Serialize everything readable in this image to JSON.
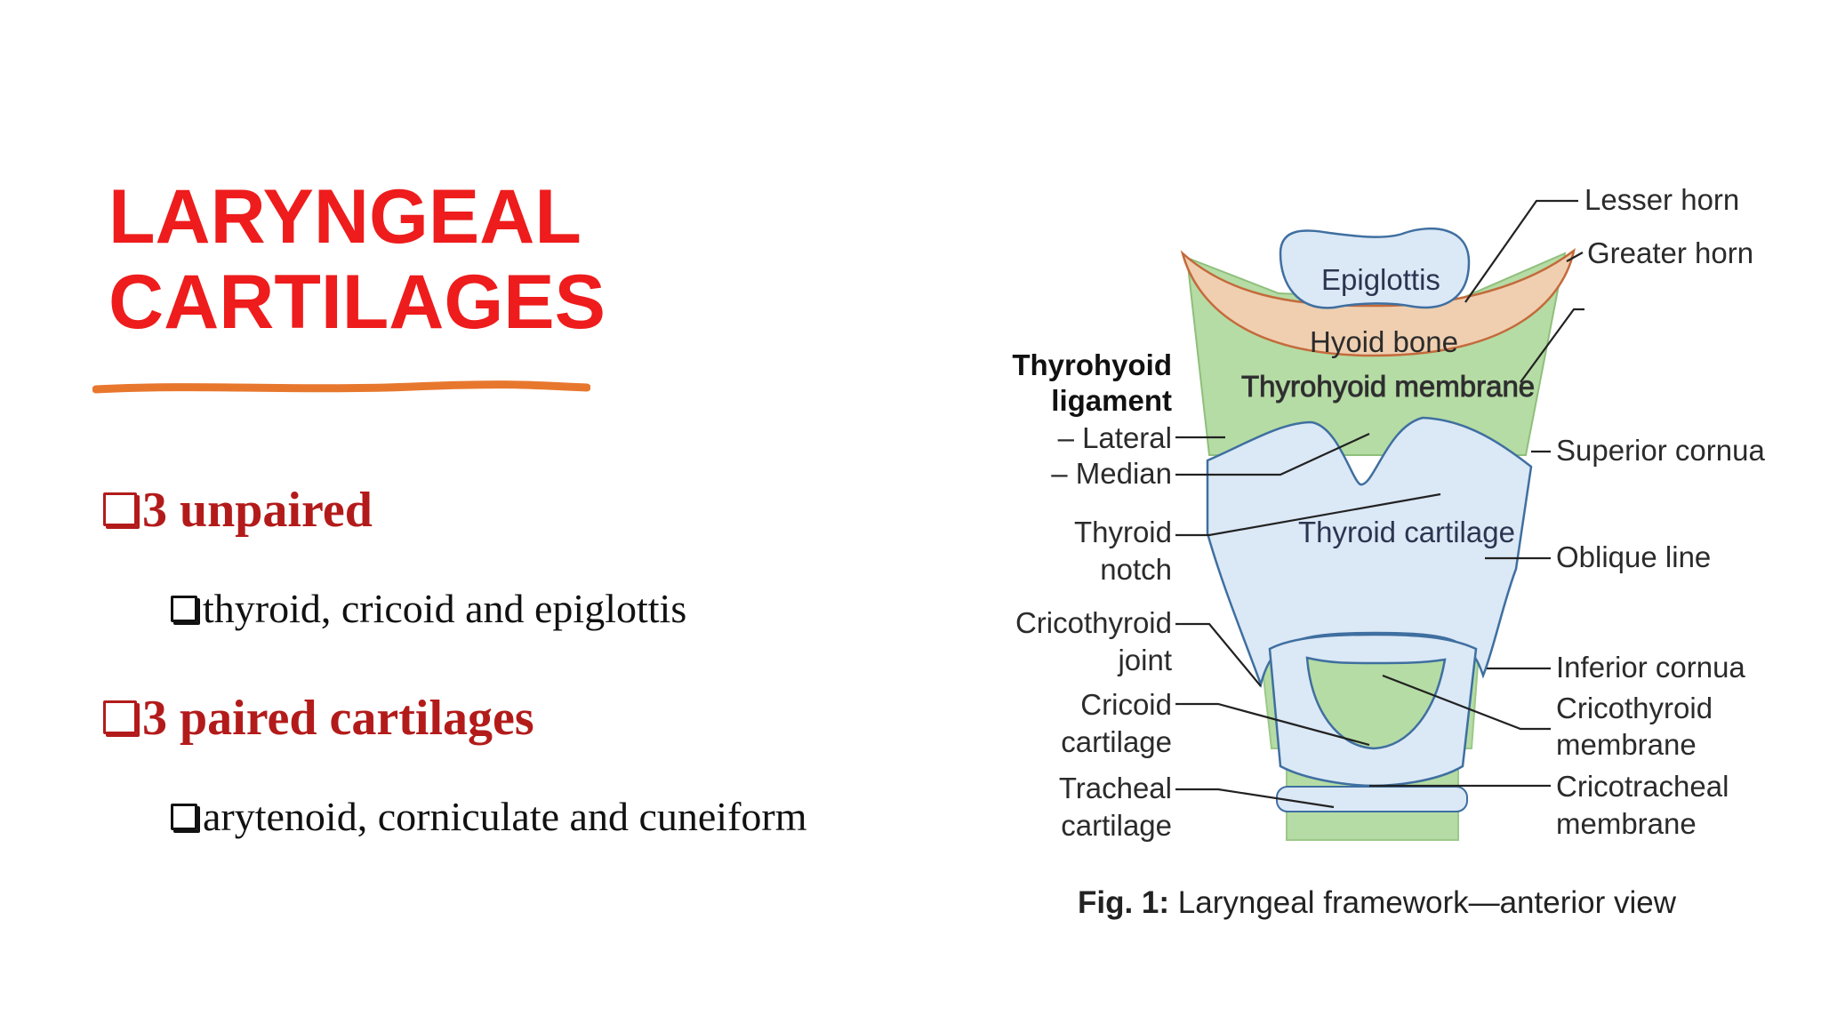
{
  "slide": {
    "title_line1": "LARYNGEAL",
    "title_line2": "CARTILAGES",
    "bullets": [
      {
        "text": "3 unpaired",
        "sub": "thyroid, cricoid and epiglottis"
      },
      {
        "text": "3 paired cartilages",
        "sub": "arytenoid, corniculate and cuneiform"
      }
    ]
  },
  "figure": {
    "labels": {
      "epiglottis": "Epiglottis",
      "hyoid_bone": "Hyoid bone",
      "thyrohyoid_membrane": "Thyrohyoid membrane",
      "thyroid_cartilage": "Thyroid cartilage",
      "lesser_horn": "Lesser horn",
      "greater_horn": "Greater horn",
      "superior_cornua": "Superior cornua",
      "oblique_line": "Oblique line",
      "inferior_cornua": "Inferior cornua",
      "cricothyroid_membrane_1": "Cricothyroid",
      "cricothyroid_membrane_2": "membrane",
      "cricotracheal_membrane_1": "Cricotracheal",
      "cricotracheal_membrane_2": "membrane",
      "thyrohyoid_ligament_1": "Thyrohyoid",
      "thyrohyoid_ligament_2": "ligament",
      "lateral": "– Lateral",
      "median": "– Median",
      "thyroid_notch_1": "Thyroid",
      "thyroid_notch_2": "notch",
      "cricothyroid_joint_1": "Cricothyroid",
      "cricothyroid_joint_2": "joint",
      "cricoid_cartilage_1": "Cricoid",
      "cricoid_cartilage_2": "cartilage",
      "tracheal_cartilage_1": "Tracheal",
      "tracheal_cartilage_2": "cartilage"
    },
    "caption_bold": "Fig. 1:",
    "caption_text": " Laryngeal framework—anterior view"
  },
  "colors": {
    "title": "#ee1c1c",
    "bullet_heading": "#b31b1b",
    "underline": "#e8772e",
    "membrane_green": "#b5dca4",
    "cartilage_blue": "#dbe8f6",
    "hyoid_tan": "#efcfb0"
  }
}
